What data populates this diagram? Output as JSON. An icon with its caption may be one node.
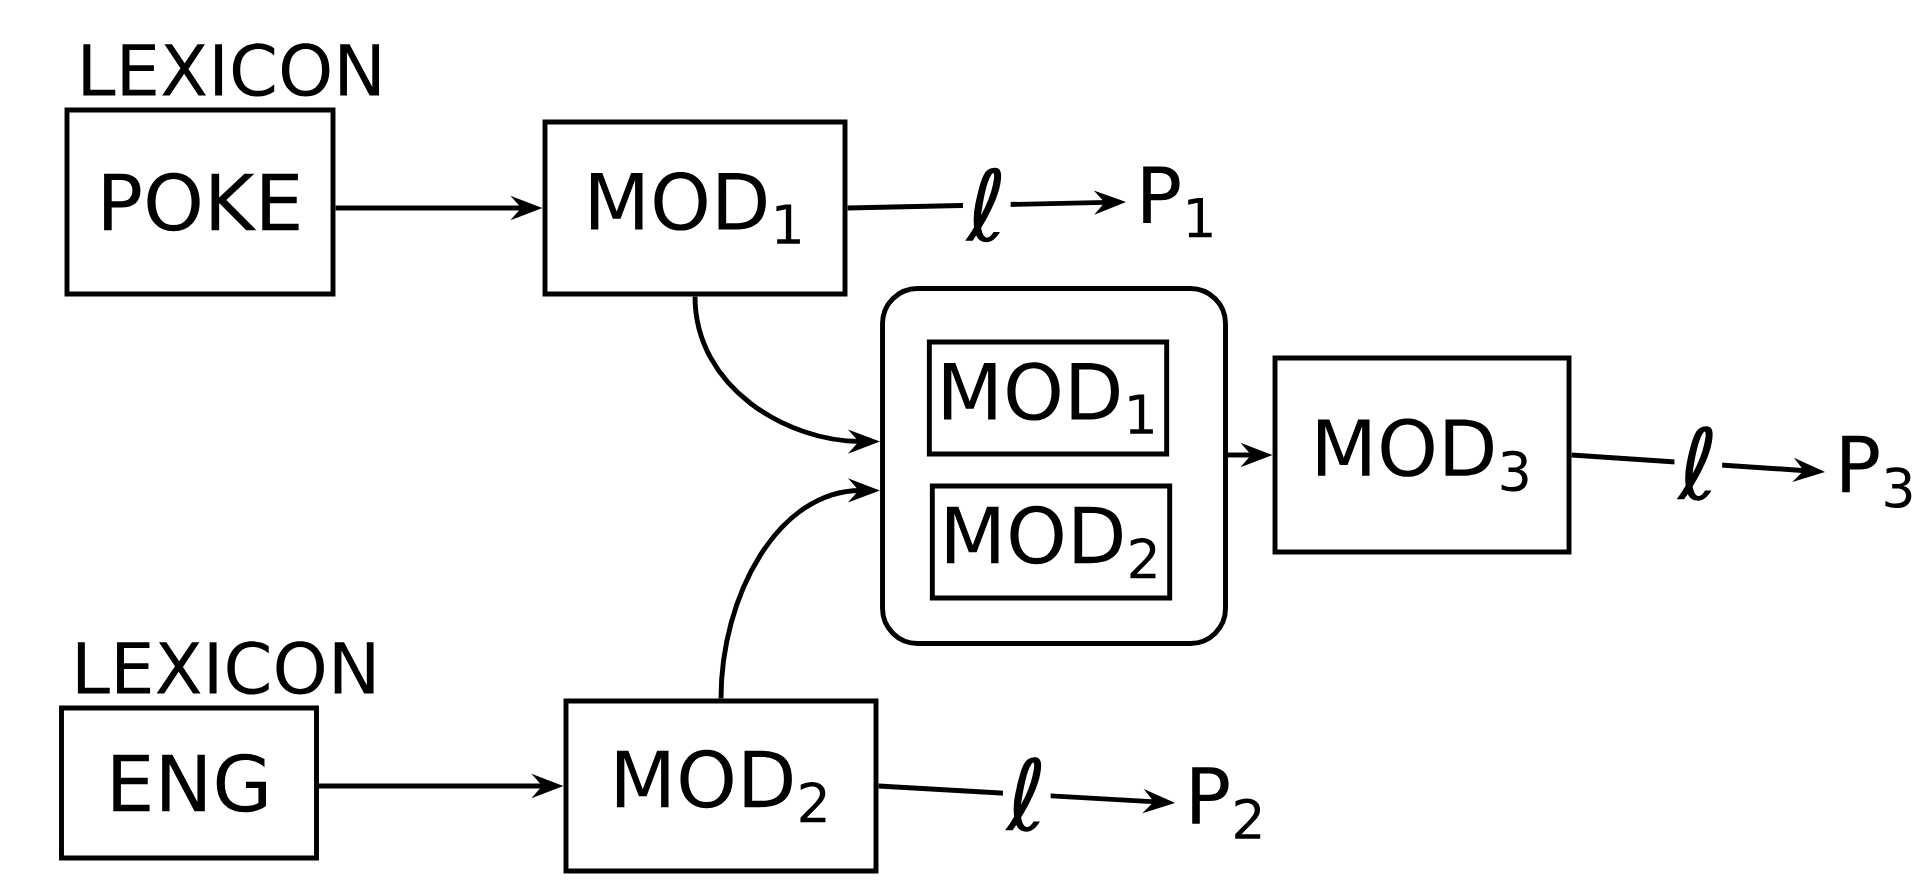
{
  "diagram": {
    "nodes": [
      {
        "text": [
          "LEXICON",
          "POKE"
        ]
      },
      {
        "text": [
          "MOD$_{1}$"
        ]
      },
      {
        "text": [
          "P$_{1}$"
        ]
      },
      {
        "text": [],
        "shape": "box"
      },
      {
        "text": [
          "MOD$_{1}$"
        ],
        "in": 3
      },
      {
        "text": [
          "MOD$_{2}$"
        ],
        "in": 3
      },
      {
        "text": [
          "MOD$_{3}$"
        ]
      },
      {
        "text": [
          "P$_{3}$"
        ]
      },
      {
        "text": [
          "LEXICON",
          "ENG"
        ]
      },
      {
        "text": [
          "MOD$_{2}$"
        ]
      },
      {
        "text": [
          "P$_{2}$"
        ]
      }
    ],
    "edges": [
      {
        "from": 0,
        "to": 1,
        "arrow": "to"
      },
      {
        "from": 1,
        "to": 2,
        "arrow": "to",
        "label": "ℓ"
      },
      {
        "from": 1,
        "to": 3,
        "arrow": "to"
      },
      {
        "from": 9,
        "to": 3,
        "arrow": "to"
      },
      {
        "from": 3,
        "to": 6,
        "arrow": "to"
      },
      {
        "from": 6,
        "to": 7,
        "arrow": "to",
        "label": "ℓ"
      },
      {
        "from": 8,
        "to": 9,
        "arrow": "to"
      },
      {
        "from": 9,
        "to": 10,
        "arrow": "to",
        "label": "ℓ"
      }
    ]
  }
}
